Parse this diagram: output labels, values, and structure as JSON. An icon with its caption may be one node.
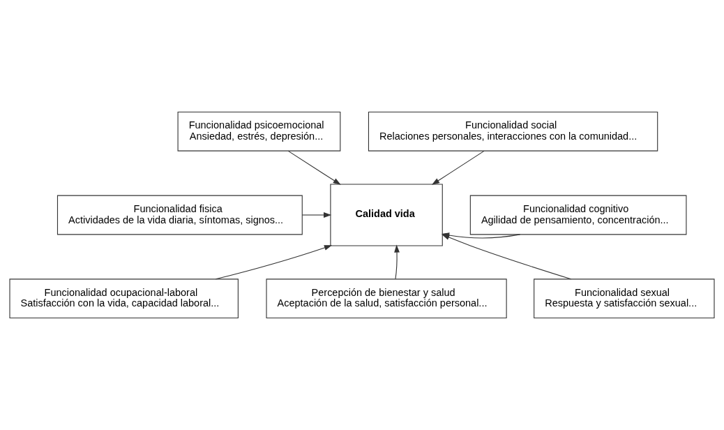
{
  "diagram": {
    "nodes": [
      {
        "text": [
          "Calidad vida"
        ]
      },
      {
        "text": [
          "Funcionalidad psicoemocional",
          "Ansiedad, estrés, depresión..."
        ]
      },
      {
        "text": [
          "Funcionalidad social",
          "Relaciones personales, interacciones con la comunidad..."
        ]
      },
      {
        "text": [
          "Funcionalidad fisica",
          "Actividades de la vida diaria, síntomas, signos..."
        ]
      },
      {
        "text": [
          "Funcionalidad cognitivo",
          "Agilidad de pensamiento, concentración..."
        ]
      },
      {
        "text": [
          "Funcionalidad ocupacional-laboral",
          "Satisfacción con la vida, capacidad laboral..."
        ]
      },
      {
        "text": [
          "Percepción de bienestar y salud",
          "Aceptación de la salud, satisfacción personal..."
        ]
      },
      {
        "text": [
          "Funcionalidad sexual",
          "Respuesta y satisfacción sexual..."
        ]
      }
    ],
    "edges": [
      {
        "from": 1,
        "to": 0,
        "arrow": "to"
      },
      {
        "from": 2,
        "to": 0,
        "arrow": "to"
      },
      {
        "from": 3,
        "to": 0,
        "arrow": "to"
      },
      {
        "from": 4,
        "to": 0,
        "arrow": "to"
      },
      {
        "from": 5,
        "to": 0,
        "arrow": "to"
      },
      {
        "from": 6,
        "to": 0,
        "arrow": "to"
      },
      {
        "from": 7,
        "to": 0,
        "arrow": "to"
      }
    ]
  }
}
